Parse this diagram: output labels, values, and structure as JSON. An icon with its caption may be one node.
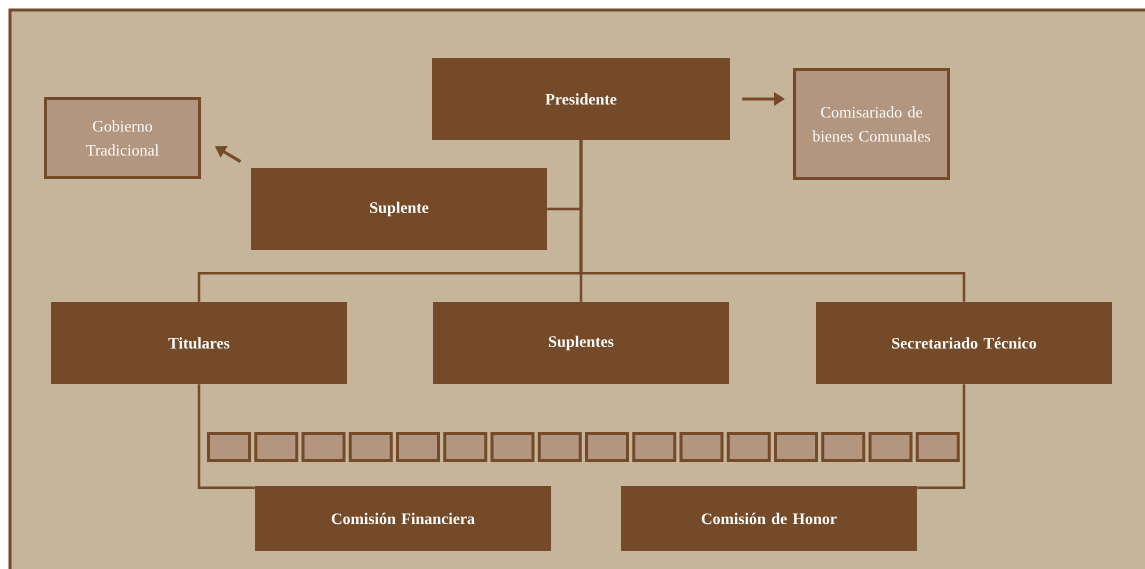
{
  "diagram": {
    "nodes": [
      {
        "text": [
          "Presidente"
        ]
      },
      {
        "text": [
          "Comisariado de bienes Comunales"
        ]
      },
      {
        "text": [
          "Gobierno Tradicional"
        ]
      },
      {
        "text": [
          "Suplente"
        ]
      },
      {
        "text": [
          "Titulares"
        ]
      },
      {
        "text": [
          "Suplentes"
        ]
      },
      {
        "text": [
          "Secretariado Técnico"
        ]
      },
      {
        "text": [],
        "shape": "box"
      },
      {
        "text": [],
        "shape": "box"
      },
      {
        "text": [],
        "shape": "box"
      },
      {
        "text": [],
        "shape": "box"
      },
      {
        "text": [],
        "shape": "box"
      },
      {
        "text": [],
        "shape": "box"
      },
      {
        "text": [],
        "shape": "box"
      },
      {
        "text": [],
        "shape": "box"
      },
      {
        "text": [],
        "shape": "box"
      },
      {
        "text": [],
        "shape": "box"
      },
      {
        "text": [],
        "shape": "box"
      },
      {
        "text": [],
        "shape": "box"
      },
      {
        "text": [],
        "shape": "box"
      },
      {
        "text": [],
        "shape": "box"
      },
      {
        "text": [],
        "shape": "box"
      },
      {
        "text": [],
        "shape": "box"
      },
      {
        "text": [
          "Comisión Financiera"
        ]
      },
      {
        "text": [
          "Comisión de Honor"
        ]
      }
    ],
    "edges": [
      {
        "from": 0,
        "to": 1,
        "arrow": "to"
      },
      {
        "from": 3,
        "to": 2,
        "arrow": "to"
      },
      {
        "from": 0,
        "to": 3,
        "arrow": "none"
      },
      {
        "from": 0,
        "to": 4,
        "arrow": "none"
      },
      {
        "from": 0,
        "to": 5,
        "arrow": "none"
      },
      {
        "from": 0,
        "to": 6,
        "arrow": "none"
      },
      {
        "from": 4,
        "to": 23,
        "arrow": "none"
      },
      {
        "from": 6,
        "to": 24,
        "arrow": "none"
      }
    ]
  }
}
